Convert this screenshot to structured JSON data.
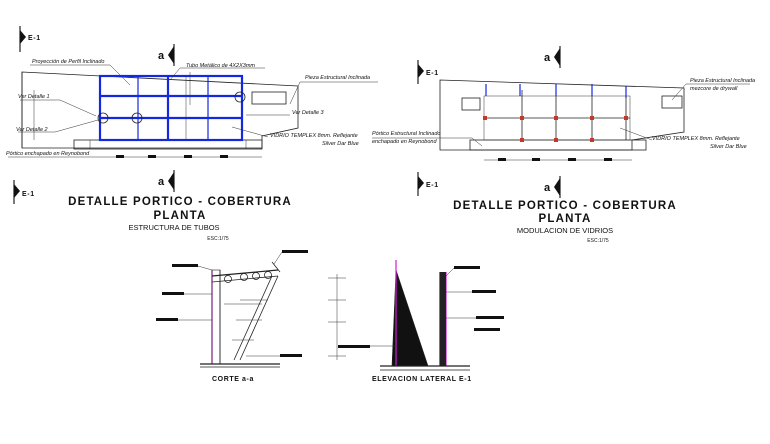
{
  "left_detail": {
    "title": "DETALLE PORTICO - COBERTURA",
    "subtitle": "PLANTA",
    "caption": "ESTRUCTURA DE TUBOS",
    "scale": "ESC:1/75",
    "section_marker_top": "a",
    "section_marker_bottom": "a",
    "side_marker_top": "E-1",
    "side_marker_bottom": "E-1",
    "labels": {
      "proyeccion": "Proyección de Perfil Inclinado",
      "tubo": "Tubo Metálico de 4X2X3mm",
      "pieza": "Pieza Estructural Inclinada",
      "ver_detalle_1": "Ver Detalle 1",
      "ver_detalle_2": "Ver Detalle 2",
      "ver_detalle_3": "Ver Detalle 3",
      "vidrio": "VIDRIO TEMPLEX 8mm. Reflejante",
      "vidrio_color": "Silver Dar Blue",
      "portico": "Pórtico enchapado en Reynobond"
    }
  },
  "right_detail": {
    "title": "DETALLE PORTICO - COBERTURA",
    "subtitle": "PLANTA",
    "caption": "MODULACION DE VIDRIOS",
    "scale": "ESC:1/75",
    "section_marker_top": "a",
    "section_marker_bottom": "a",
    "side_marker_top": "E-1",
    "side_marker_bottom": "E-1",
    "labels": {
      "pieza": "Pieza Estructural Inclinada",
      "pieza_sub": "mezcore de drywall",
      "portico": "Pórtico Estructural Inclinado",
      "portico_sub": "enchapado en Reynobond",
      "vidrio": "VIDRIO TEMPLEX 8mm. Reflejante",
      "vidrio_color": "Silver Dar Blue"
    }
  },
  "bottom_left": {
    "label": "CORTE a-a"
  },
  "bottom_right": {
    "label": "ELEVACION LATERAL E-1"
  },
  "colors": {
    "line": "#222222",
    "tube_blue": "#1428e0",
    "accent_magenta": "#d01ad6",
    "node_red": "#c0392b"
  }
}
